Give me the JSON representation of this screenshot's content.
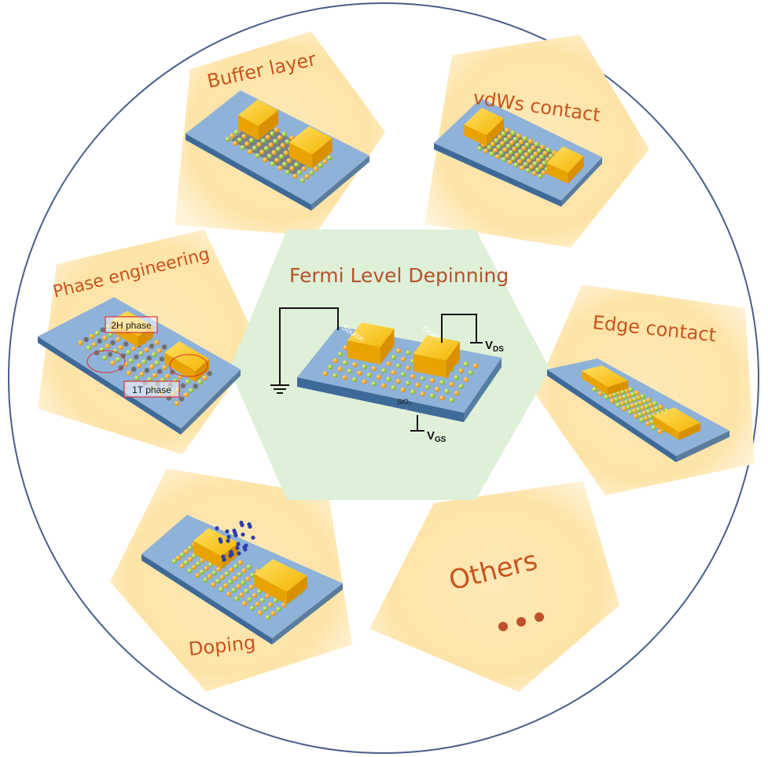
{
  "center": {
    "title": "Fermi Level Depinning",
    "source": "Source",
    "drain": "Drain",
    "sio2": "SiO₂",
    "si": "Si",
    "vds_main": "V",
    "vds_sub": "DS",
    "vgs_main": "V",
    "vgs_sub": "GS"
  },
  "techniques": {
    "buffer_layer": "Buffer layer",
    "vdws_contact": "vdWs contact",
    "phase_engineering": "Phase engineering",
    "phase_2h": "2H phase",
    "phase_1t": "1T phase",
    "edge_contact": "Edge contact",
    "doping": "Doping",
    "others": "Others",
    "ellipsis": "..."
  },
  "colors": {
    "circle_outline": "#4a5f8a",
    "pentagon_fill": "#fde7b4",
    "hexagon_fill": "#dff0d8",
    "substrate_top": "#8fb2d9",
    "substrate_side": "#3e6a9a",
    "gold": "#f2b40c",
    "atom_green": "#9acd32",
    "atom_orange": "#f0a020",
    "label_text": "#c8541f"
  }
}
